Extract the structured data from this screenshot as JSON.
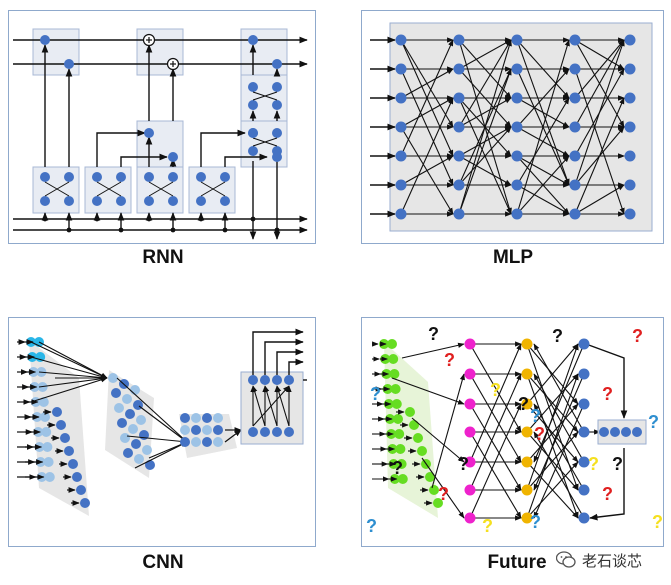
{
  "panels": {
    "rnn": {
      "caption": "RNN"
    },
    "mlp": {
      "caption": "MLP"
    },
    "cnn": {
      "caption": "CNN"
    },
    "future": {
      "caption": "Future"
    }
  },
  "watermark": {
    "text": "老石谈芯",
    "icon": "wechat-bubble-icon"
  },
  "colors": {
    "node_blue": "#4472c4",
    "node_light_blue": "#9dc3e6",
    "node_cyan": "#29b6e8",
    "node_green": "#66dd22",
    "node_magenta": "#ee22cc",
    "node_orange": "#f0b400",
    "panel_border": "#8fa9cc",
    "box_fill": "#e6e6e6",
    "q_black": "#111111",
    "q_red": "#e02020",
    "q_yellow": "#f5e020",
    "q_blue": "#2e8fd0"
  }
}
